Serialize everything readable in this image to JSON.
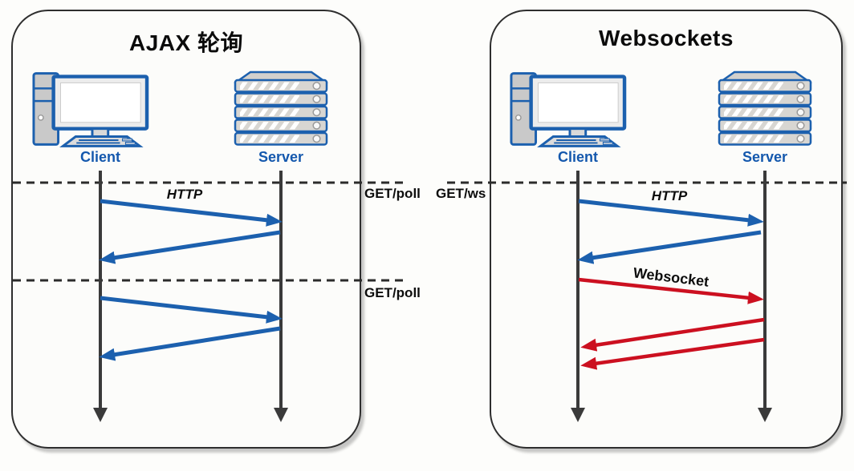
{
  "colors": {
    "blue": "#1c60ae",
    "red": "#cc1020",
    "label_blue": "#1458ad",
    "line_dark": "#3a3a3a",
    "dash": "#2b2b2b",
    "panel_border": "#2e2e2e"
  },
  "icons": {
    "client": "desktop-computer-icon",
    "server": "server-rack-icon"
  },
  "panels": [
    {
      "title": "AJAX 轮询",
      "client": {
        "label": "Client"
      },
      "server": {
        "label": "Server"
      },
      "messages": {
        "http": "HTTP"
      },
      "gates": [
        "GET/poll",
        "GET/poll"
      ]
    },
    {
      "title": "Websockets",
      "client": {
        "label": "Client"
      },
      "server": {
        "label": "Server"
      },
      "messages": {
        "http": "HTTP",
        "websocket": "Websocket"
      },
      "gates": [
        "GET/ws"
      ]
    }
  ]
}
